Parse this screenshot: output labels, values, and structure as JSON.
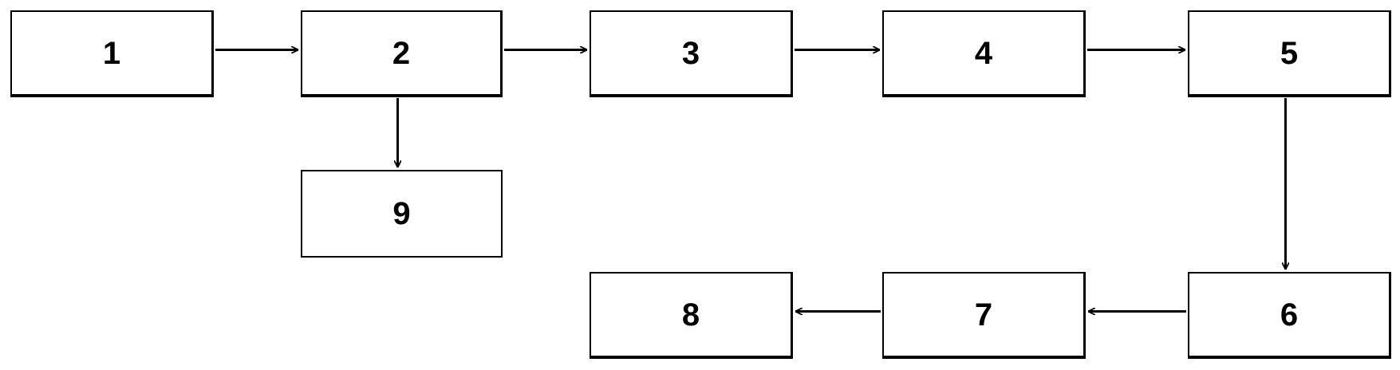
{
  "colors": {
    "stroke": "#000000",
    "box_fill": "#ffffff",
    "background": "#ffffff"
  },
  "diagram": {
    "nodes": [
      {
        "id": "1",
        "label": "1"
      },
      {
        "id": "2",
        "label": "2"
      },
      {
        "id": "3",
        "label": "3"
      },
      {
        "id": "4",
        "label": "4"
      },
      {
        "id": "5",
        "label": "5"
      },
      {
        "id": "6",
        "label": "6"
      },
      {
        "id": "7",
        "label": "7"
      },
      {
        "id": "8",
        "label": "8"
      },
      {
        "id": "9",
        "label": "9"
      }
    ],
    "edges": [
      {
        "from": "1",
        "to": "2"
      },
      {
        "from": "2",
        "to": "3"
      },
      {
        "from": "3",
        "to": "4"
      },
      {
        "from": "4",
        "to": "5"
      },
      {
        "from": "2",
        "to": "9"
      },
      {
        "from": "5",
        "to": "6"
      },
      {
        "from": "6",
        "to": "7"
      },
      {
        "from": "7",
        "to": "8"
      }
    ]
  }
}
